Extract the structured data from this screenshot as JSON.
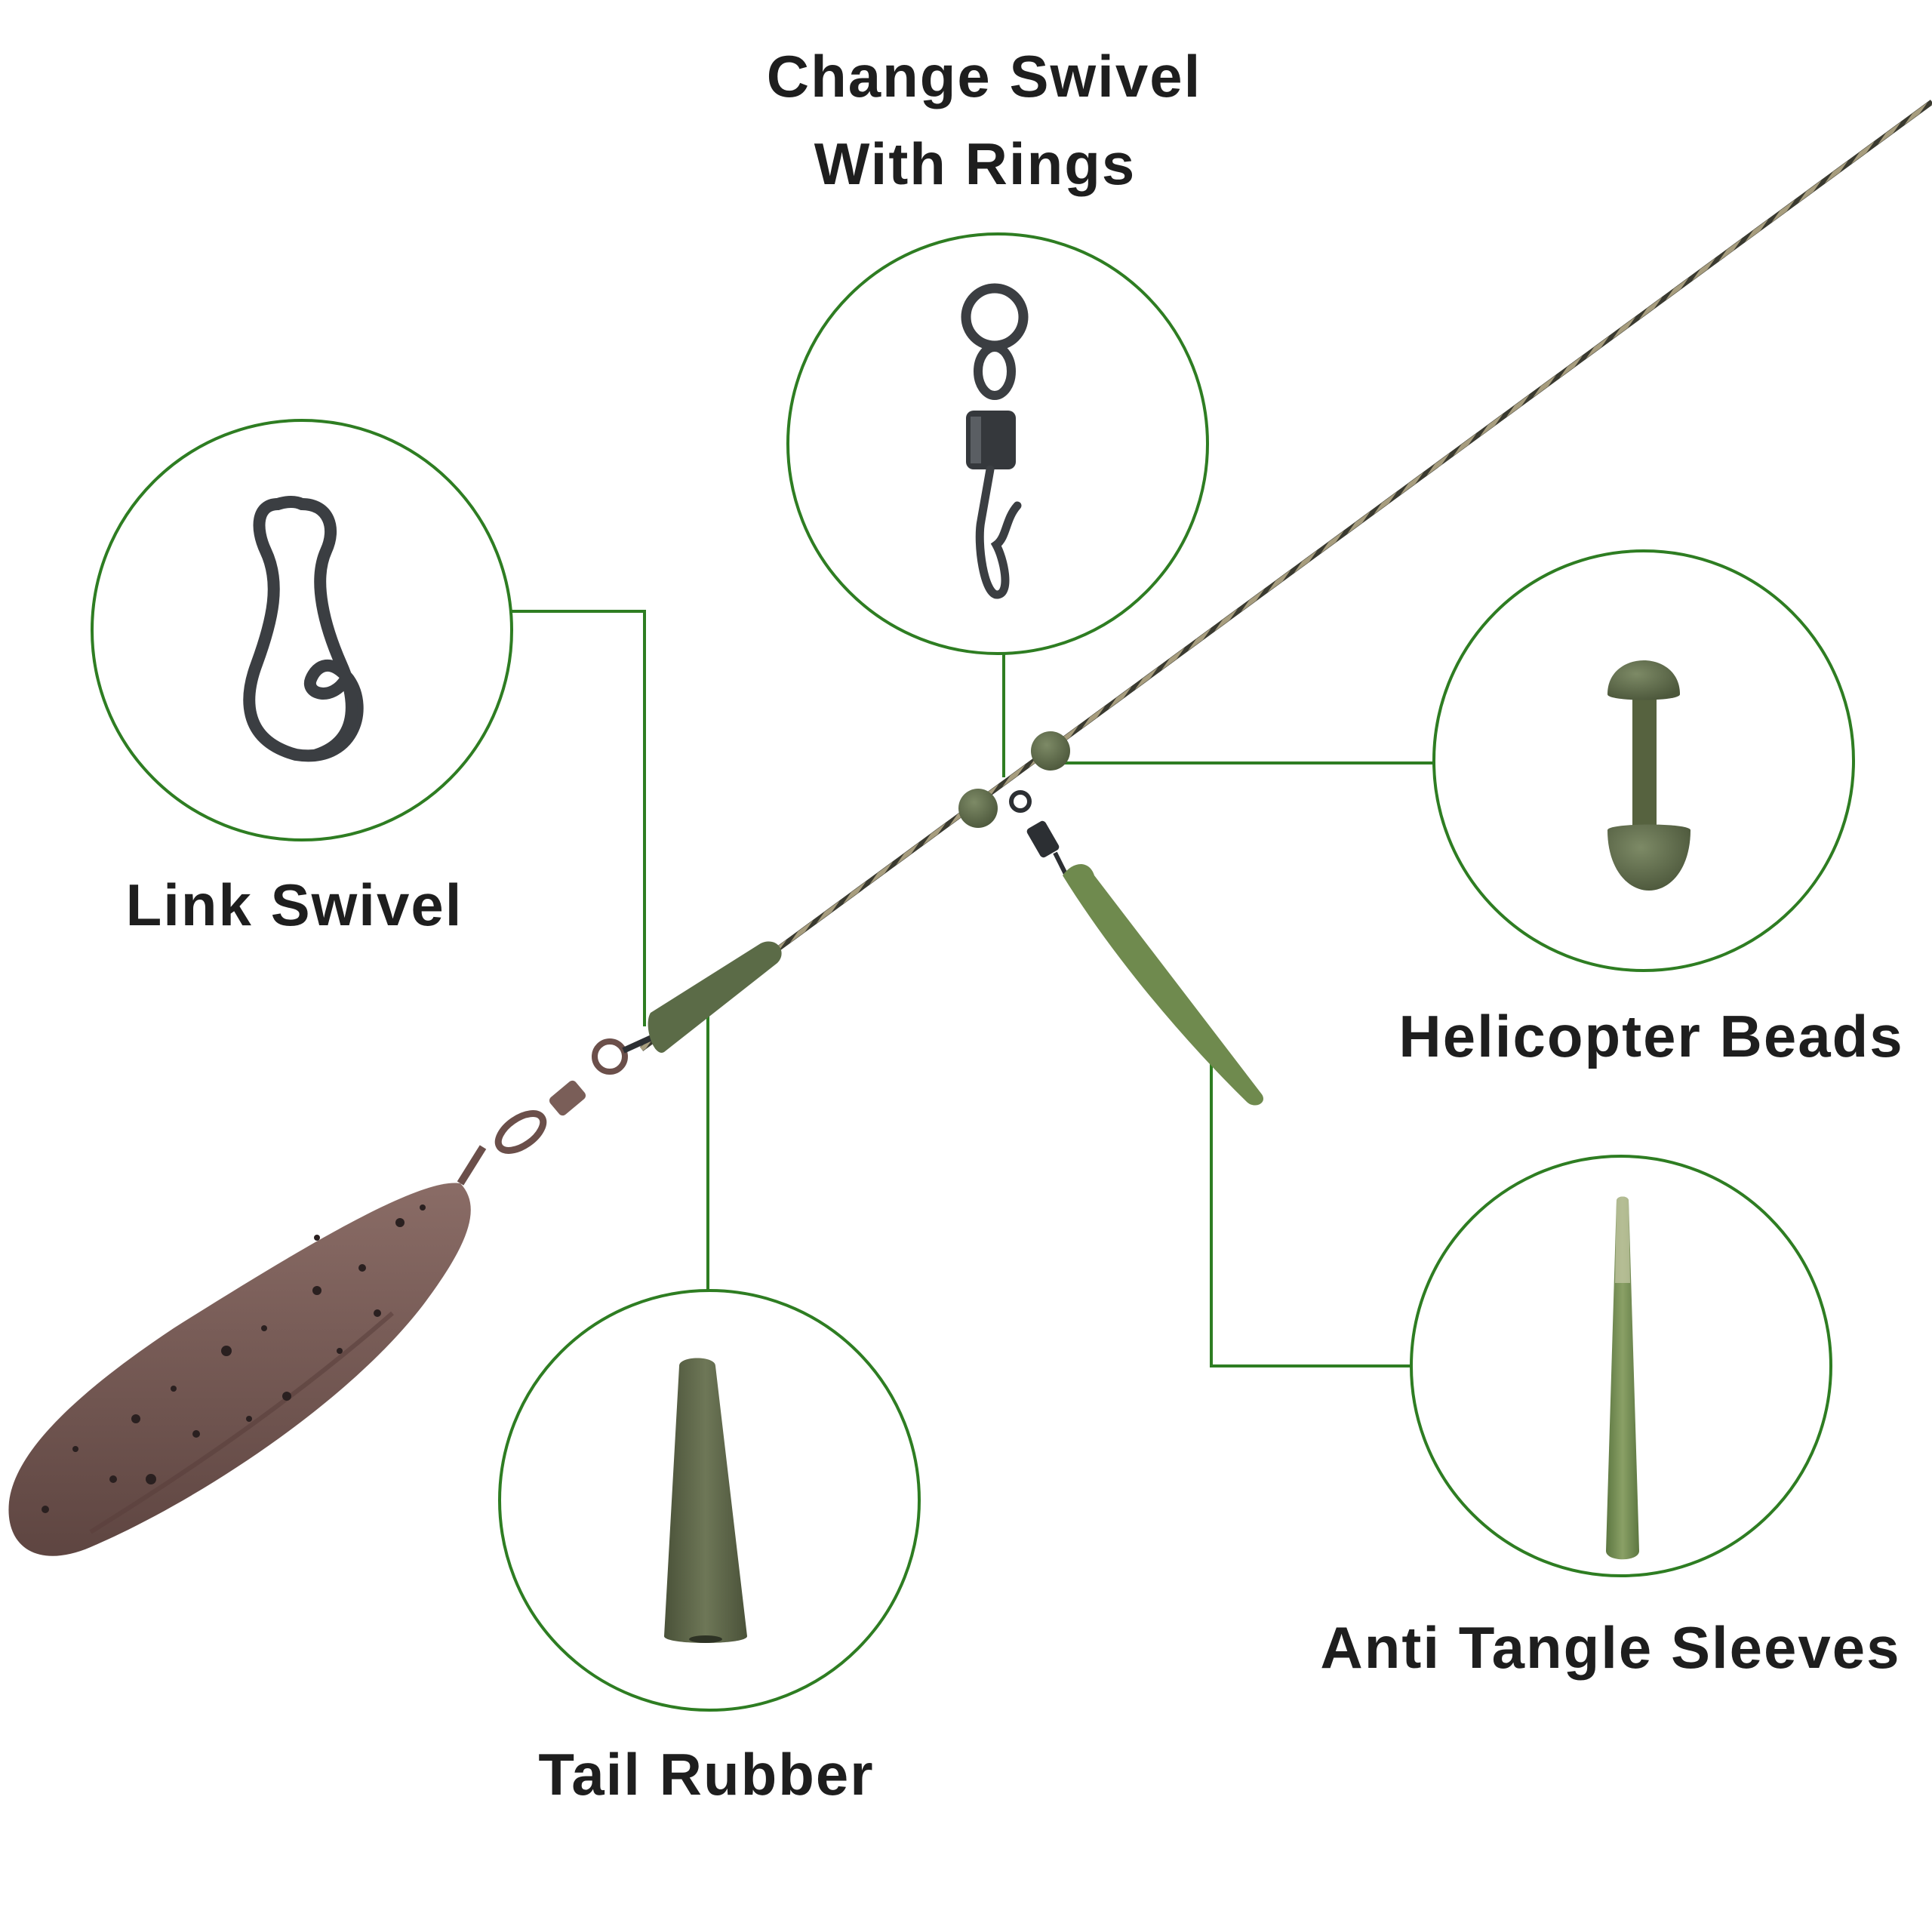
{
  "labels": {
    "change_swivel_line1": "Change Swivel",
    "change_swivel_line2": "With Rings",
    "link_swivel": "Link Swivel",
    "helicopter_beads": "Helicopter Beads",
    "tail_rubber": "Tail Rubber",
    "anti_tangle_sleeves": "Anti Tangle Sleeves"
  },
  "colors": {
    "callout_green": "#2e7d22",
    "rubber_green": "#5b6b47",
    "sleeve_green": "#6f8a4e",
    "lead_brown": "#7a5a55",
    "metal_dark": "#2c2f33",
    "line_tan": "#a99c80"
  },
  "icons": [
    "link-swivel-icon",
    "change-swivel-icon",
    "helicopter-bead-icon",
    "tail-rubber-icon",
    "anti-tangle-sleeve-icon",
    "lead-weight-icon"
  ]
}
